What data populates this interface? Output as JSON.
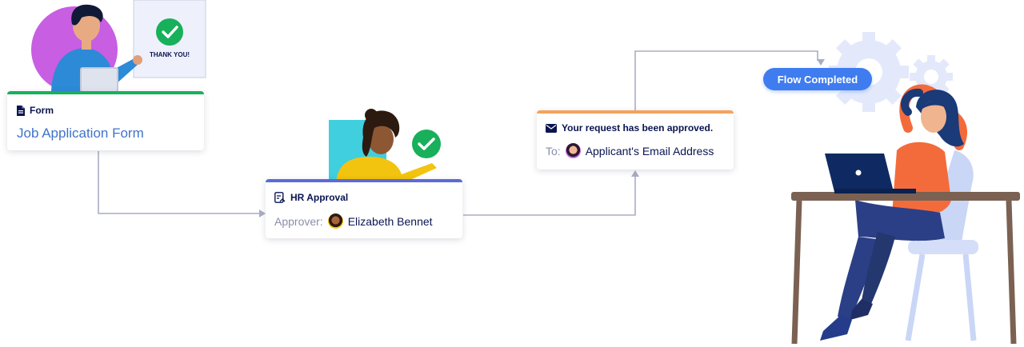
{
  "form_card": {
    "label": "Form",
    "title": "Job Application Form"
  },
  "thank_you_sign": {
    "text": "THANK YOU!"
  },
  "hr_card": {
    "label": "HR Approval",
    "approver_label": "Approver:",
    "approver_name": "Elizabeth Bennet"
  },
  "email_card": {
    "subject": "Your request has been approved.",
    "to_label": "To:",
    "recipient": "Applicant's Email Address"
  },
  "flow_status": {
    "label": "Flow Completed"
  },
  "colors": {
    "form_accent": "#18b05b",
    "approval_accent": "#5d6ad7",
    "email_accent": "#f5a25d",
    "status_pill": "#3e7cf0",
    "connector": "#a9adc4",
    "navy_text": "#0a1551",
    "link_blue": "#4173c9"
  },
  "icons": {
    "form": "document-icon",
    "approval": "approval-stamp-icon",
    "email": "envelope-icon",
    "check": "checkmark-icon",
    "gear": "gear-icon"
  }
}
